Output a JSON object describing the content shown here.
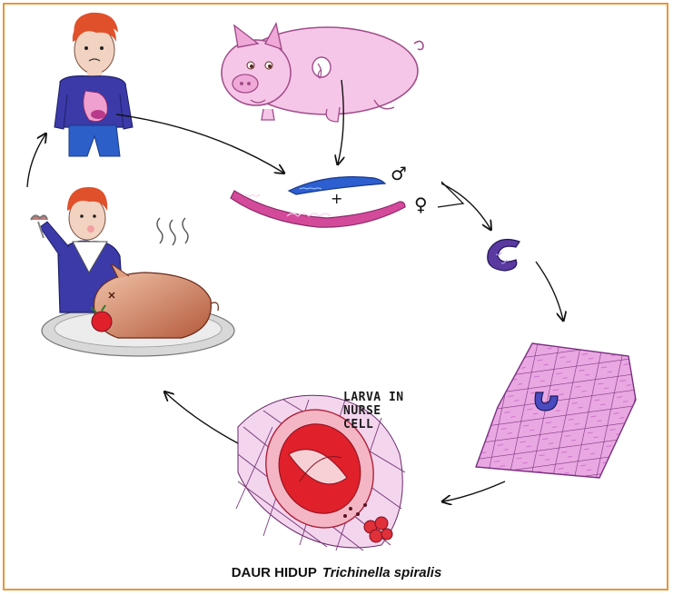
{
  "labels": {
    "larva_line1": "LARVA IN",
    "larva_line2": "NURSE",
    "larva_line3": "CELL",
    "male_symbol": "♂",
    "female_symbol": "♀",
    "plus": "+"
  },
  "caption": {
    "prefix": "DAUR HIDUP",
    "scientific_name": "Trichinella spiralis"
  },
  "colors": {
    "frame": "#e8963a",
    "skin": "#f2d2c0",
    "hair": "#e0502a",
    "shirt": "#3b3aa8",
    "pants": "#2c5fc8",
    "pig": "#f6c6e8",
    "pig_outline": "#a04d8a",
    "worm_male": "#2d5fd0",
    "worm_female": "#d44a9a",
    "muscle": "#e9a4e0",
    "cyst_red": "#e0202a",
    "roast_pig": "#c97050"
  }
}
